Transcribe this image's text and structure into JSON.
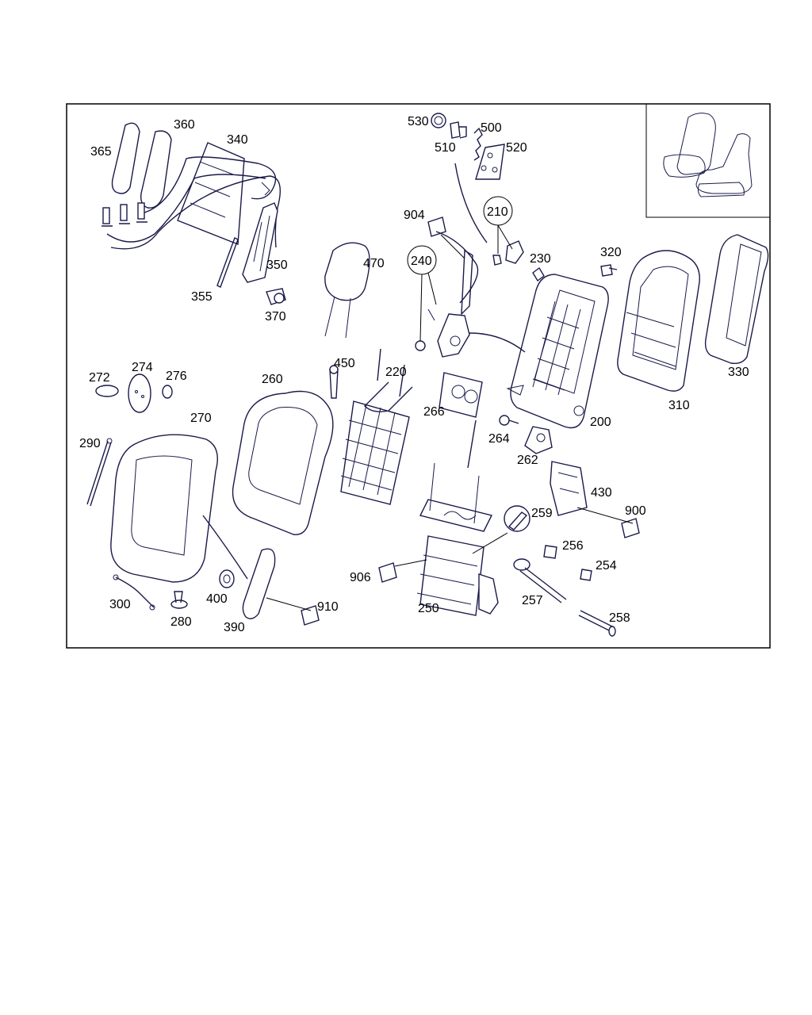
{
  "labels": {
    "p530": "530",
    "p500": "500",
    "p510": "510",
    "p520": "520",
    "p365": "365",
    "p360": "360",
    "p340": "340",
    "p350": "350",
    "p355": "355",
    "p370": "370",
    "p904": "904",
    "p210": "210",
    "p240": "240",
    "p230": "230",
    "p320": "320",
    "p470": "470",
    "p330": "330",
    "p310": "310",
    "p450": "450",
    "p220": "220",
    "p272": "272",
    "p274": "274",
    "p276": "276",
    "p260": "260",
    "p266": "266",
    "p264": "264",
    "p200": "200",
    "p270": "270",
    "p262": "262",
    "p290": "290",
    "p430": "430",
    "p900": "900",
    "p259": "259",
    "p256": "256",
    "p254": "254",
    "p906": "906",
    "p257": "257",
    "p400": "400",
    "p300": "300",
    "p910": "910",
    "p280": "280",
    "p390": "390",
    "p250": "250",
    "p258": "258"
  },
  "colors": {
    "stroke": "#1a1a4a",
    "border": "#000000",
    "background": "#ffffff"
  }
}
